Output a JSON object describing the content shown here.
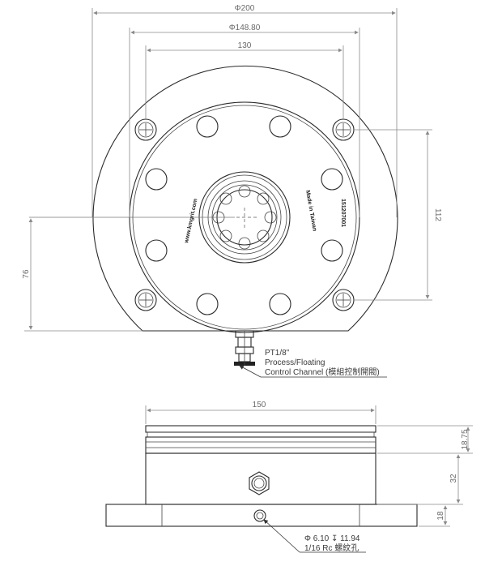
{
  "dimensions": {
    "top_view": {
      "dia_200": "Φ200",
      "dia_148_80": "Φ148.80",
      "d_130": "130",
      "d_112": "112",
      "d_76": "76"
    },
    "side_view": {
      "d_150": "150",
      "d_18_75": "18.75",
      "d_32": "32",
      "d_18": "18"
    }
  },
  "markings": {
    "website": "www.kmgrit.com",
    "made_in": "Made in Taiwan",
    "part_no": "151207001"
  },
  "callouts": {
    "port": {
      "line1": "PT1/8\"",
      "line2": "Process/Floating",
      "line3": "Control Channel (模組控制開閥)"
    },
    "thread": {
      "line1": "Φ 6.10 ↧ 11.94",
      "line2": "1/16 Rc 螺紋孔"
    }
  }
}
